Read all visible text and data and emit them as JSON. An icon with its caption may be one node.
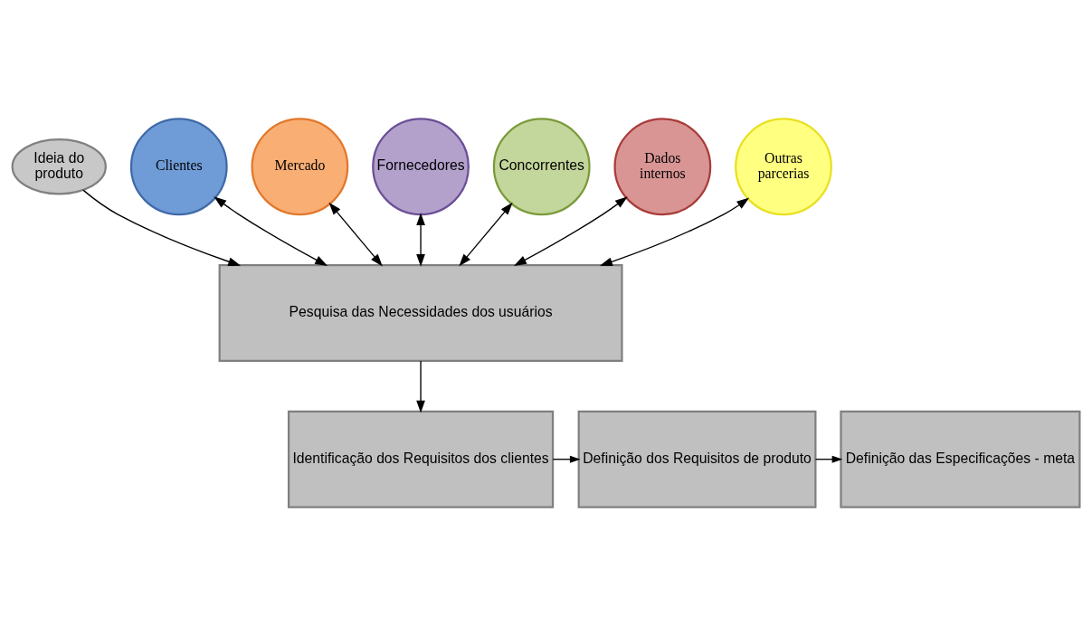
{
  "diagram": {
    "nodes": [
      {
        "text": [
          "Ideia do produto"
        ]
      },
      {
        "text": [
          "Clientes"
        ]
      },
      {
        "text": [
          "Mercado"
        ]
      },
      {
        "text": [
          "Fornecedores"
        ]
      },
      {
        "text": [
          "Concorrentes"
        ]
      },
      {
        "text": [
          "Dados internos"
        ]
      },
      {
        "text": [
          "Outras parcerias"
        ]
      },
      {
        "text": [
          "Pesquisa das Necessidades dos usuários"
        ]
      },
      {
        "text": [
          "Identificação dos Requisitos dos clientes"
        ]
      },
      {
        "text": [
          "Definição dos Requisitos de produto"
        ]
      },
      {
        "text": [
          "Definição das Especificações - meta"
        ]
      }
    ],
    "edges": [
      {
        "from": 0,
        "to": 7,
        "arrow": "to"
      },
      {
        "from": 1,
        "to": 7,
        "arrow": "both"
      },
      {
        "from": 2,
        "to": 7,
        "arrow": "both"
      },
      {
        "from": 3,
        "to": 7,
        "arrow": "both"
      },
      {
        "from": 4,
        "to": 7,
        "arrow": "both"
      },
      {
        "from": 5,
        "to": 7,
        "arrow": "both"
      },
      {
        "from": 6,
        "to": 7,
        "arrow": "both"
      },
      {
        "from": 7,
        "to": 8,
        "arrow": "to"
      },
      {
        "from": 8,
        "to": 9,
        "arrow": "to"
      },
      {
        "from": 9,
        "to": 10,
        "arrow": "to"
      }
    ]
  }
}
